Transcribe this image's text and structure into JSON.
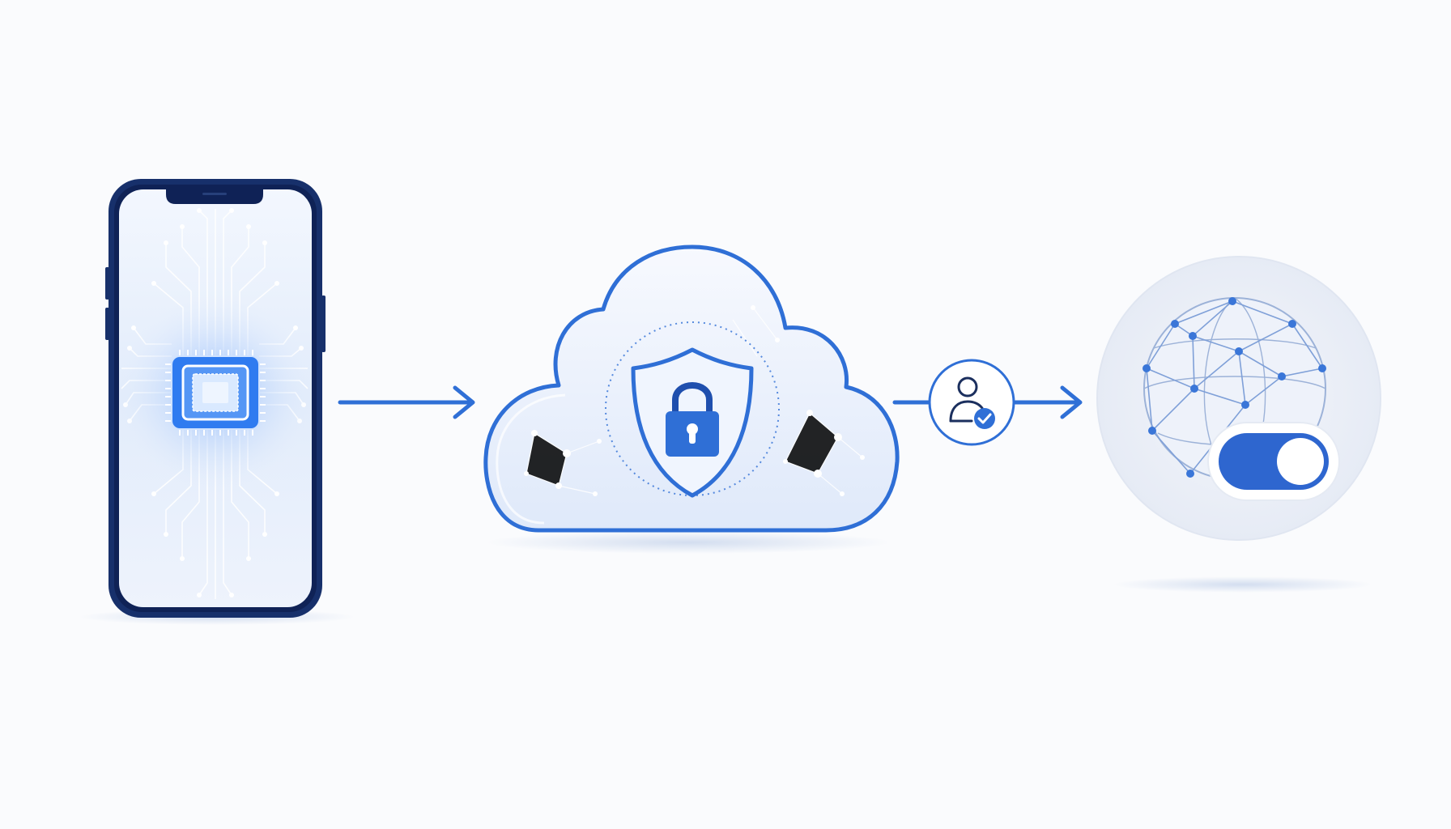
{
  "colors": {
    "background": "#fafbfd",
    "primary_blue": "#2f6fd6",
    "deep_blue": "#1f4fae",
    "phone_frame": "#17306b",
    "light_blue_fill": "#e8f0fc",
    "glow_blue": "#5b9cf5",
    "toggle_blue": "#2e66cf",
    "globe_bg": "#eef2f9"
  },
  "nodes": [
    {
      "id": "device",
      "icon": "smartphone-chip-icon"
    },
    {
      "id": "cloud",
      "icon": "cloud-shield-lock-icon"
    },
    {
      "id": "verify",
      "icon": "user-check-icon"
    },
    {
      "id": "network",
      "icon": "globe-toggle-icon"
    }
  ],
  "toggle_state": "on"
}
